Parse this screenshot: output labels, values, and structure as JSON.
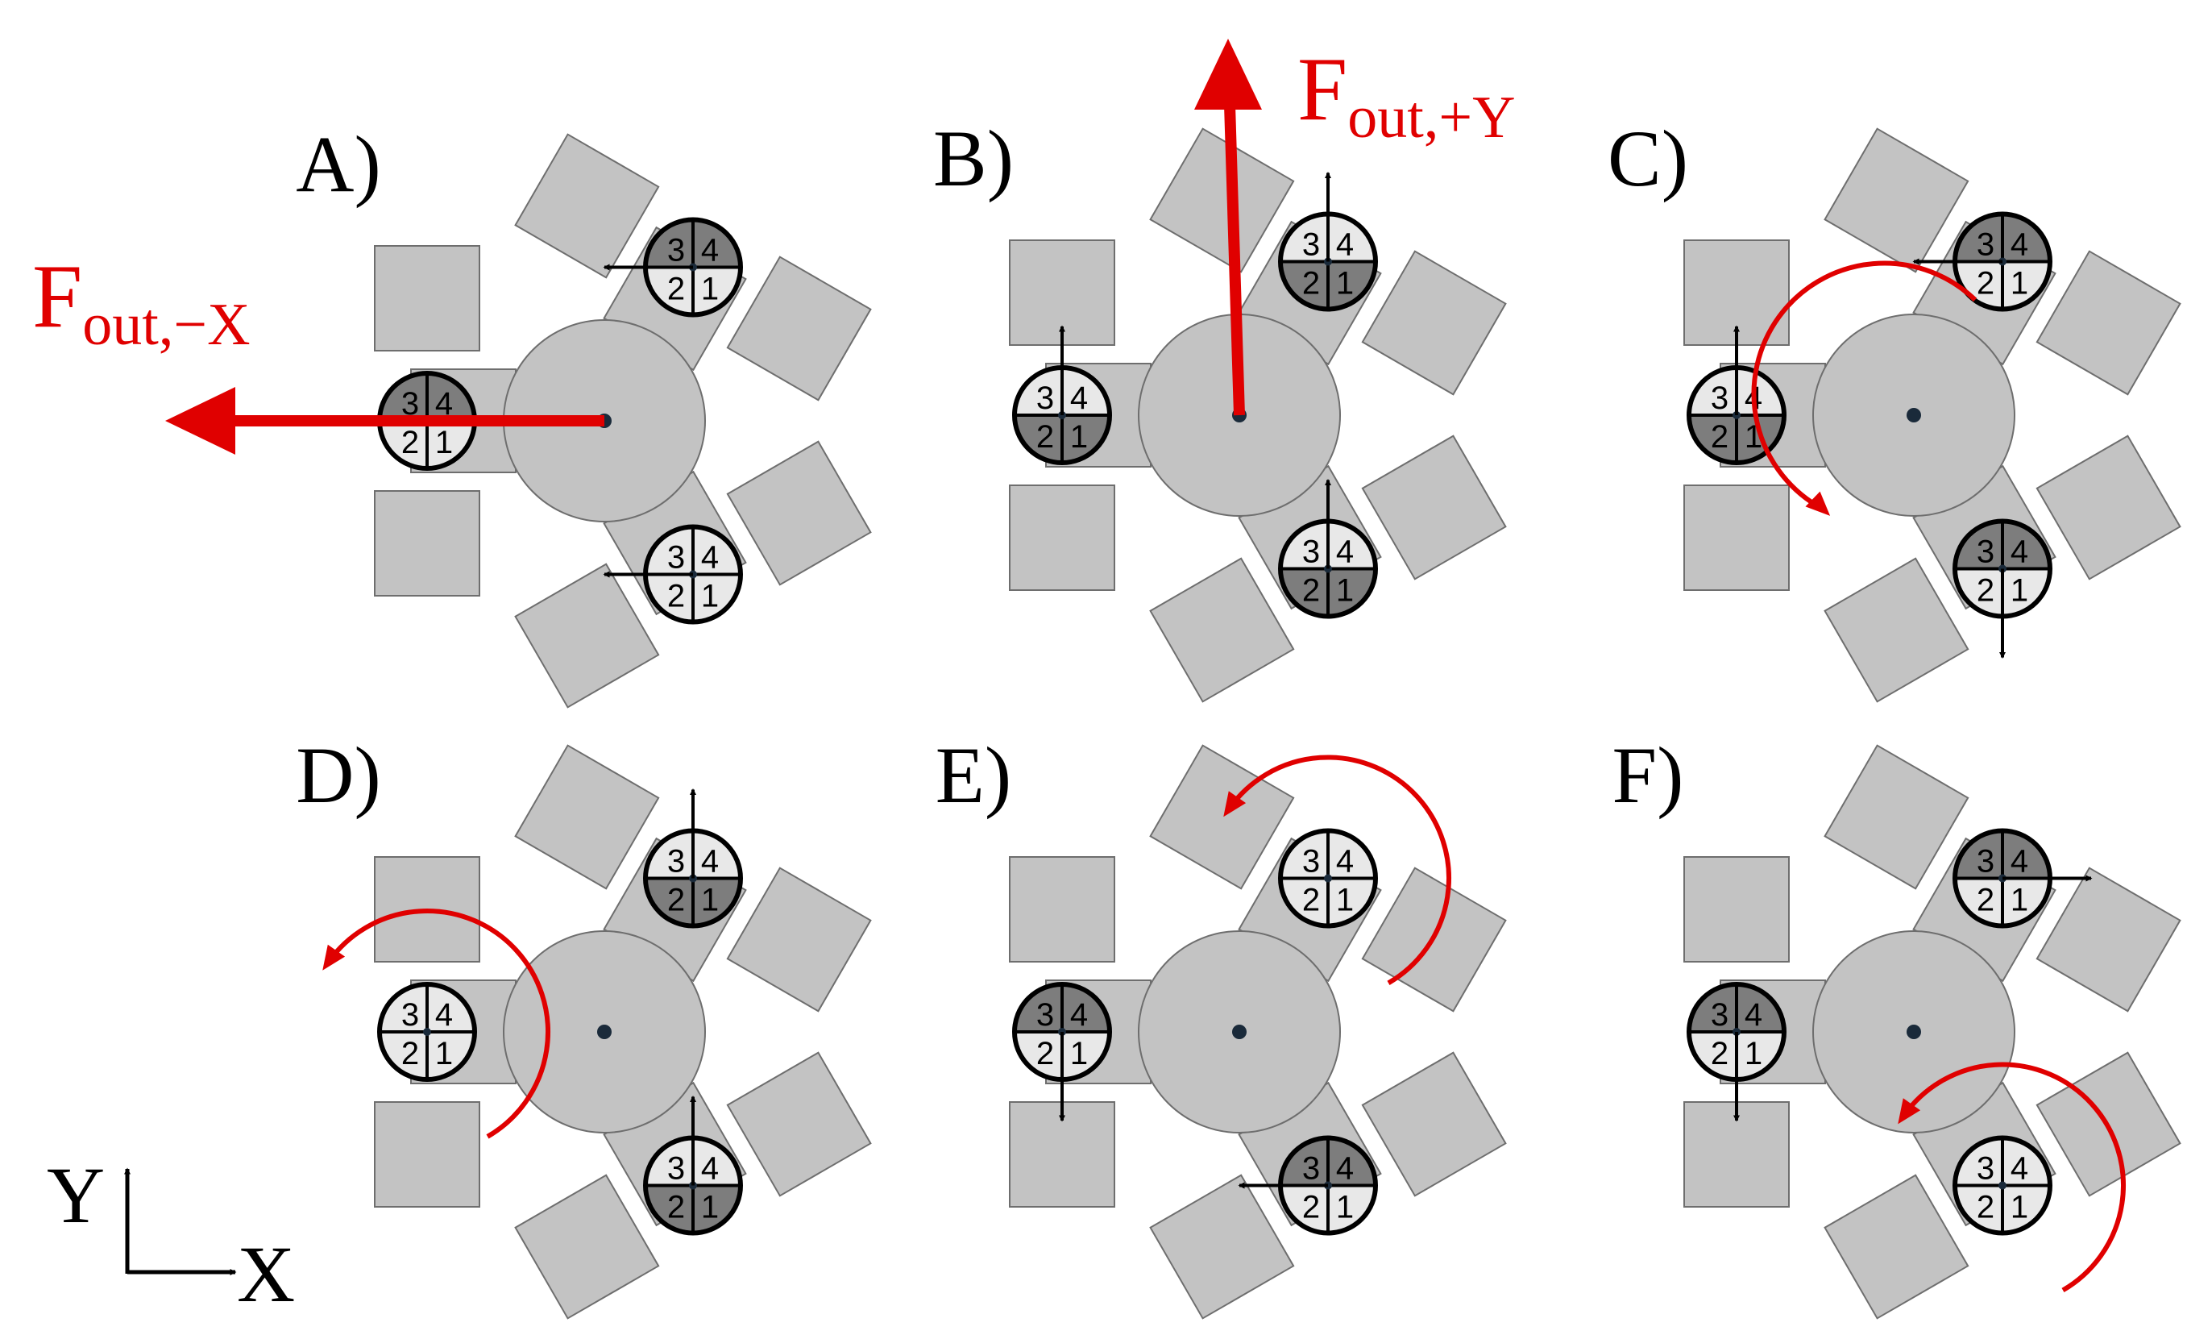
{
  "panels": [
    {
      "label": "A)",
      "modules": [
        {
          "quadrants": [
            "#e8e8e8",
            "#e8e8e8",
            "#7d7d7d",
            "#7d7d7d"
          ],
          "arrow": "left",
          "mode": "normal"
        },
        {
          "quadrants": [
            "#e8e8e8",
            "#e8e8e8",
            "#e8e8e8",
            "#e8e8e8"
          ],
          "arrow": "left",
          "mode": "normal"
        },
        {
          "quadrants": [
            "#e8e8e8",
            "#e8e8e8",
            "#7d7d7d",
            "#7d7d7d"
          ],
          "arrow": "left",
          "mode": "normal"
        }
      ],
      "force": {
        "label_main": "F",
        "label_sub": "out,−X",
        "direction": "left"
      }
    },
    {
      "label": "B)",
      "modules": [
        {
          "quadrants": [
            "#7d7d7d",
            "#7d7d7d",
            "#e8e8e8",
            "#e8e8e8"
          ],
          "arrow": "up",
          "mode": "normal"
        },
        {
          "quadrants": [
            "#7d7d7d",
            "#7d7d7d",
            "#e8e8e8",
            "#e8e8e8"
          ],
          "arrow": "up",
          "mode": "normal"
        },
        {
          "quadrants": [
            "#7d7d7d",
            "#7d7d7d",
            "#e8e8e8",
            "#e8e8e8"
          ],
          "arrow": "up",
          "mode": "normal"
        }
      ],
      "force": {
        "label_main": "F",
        "label_sub": "out,+Y",
        "direction": "up"
      }
    },
    {
      "label": "C)",
      "modules": [
        {
          "quadrants": [
            "#7d7d7d",
            "#7d7d7d",
            "#e8e8e8",
            "#e8e8e8"
          ],
          "arrow": "up",
          "mode": "normal"
        },
        {
          "quadrants": [
            "#e8e8e8",
            "#e8e8e8",
            "#7d7d7d",
            "#7d7d7d"
          ],
          "arrow": "down",
          "mode": "normal"
        },
        {
          "quadrants": [
            "#e8e8e8",
            "#e8e8e8",
            "#7d7d7d",
            "#7d7d7d"
          ],
          "arrow": "left",
          "mode": "normal"
        }
      ],
      "rotation": {
        "target": "hub",
        "direction": "ccw"
      }
    },
    {
      "label": "D)",
      "modules": [
        {
          "quadrants": [
            "#e8e8e8",
            "#e8e8e8",
            "#e8e8e8",
            "#e8e8e8"
          ],
          "arrow": "none",
          "mode": "rotate"
        },
        {
          "quadrants": [
            "#7d7d7d",
            "#7d7d7d",
            "#e8e8e8",
            "#e8e8e8"
          ],
          "arrow": "up",
          "mode": "normal"
        },
        {
          "quadrants": [
            "#7d7d7d",
            "#7d7d7d",
            "#e8e8e8",
            "#e8e8e8"
          ],
          "arrow": "up",
          "mode": "normal"
        }
      ],
      "rotation": {
        "target": "module-0",
        "direction": "ccw"
      }
    },
    {
      "label": "E)",
      "modules": [
        {
          "quadrants": [
            "#e8e8e8",
            "#e8e8e8",
            "#7d7d7d",
            "#7d7d7d"
          ],
          "arrow": "down",
          "mode": "normal"
        },
        {
          "quadrants": [
            "#e8e8e8",
            "#e8e8e8",
            "#7d7d7d",
            "#7d7d7d"
          ],
          "arrow": "left",
          "mode": "normal"
        },
        {
          "quadrants": [
            "#e8e8e8",
            "#e8e8e8",
            "#e8e8e8",
            "#e8e8e8"
          ],
          "arrow": "none",
          "mode": "rotate"
        }
      ],
      "rotation": {
        "target": "module-2",
        "direction": "ccw"
      }
    },
    {
      "label": "F)",
      "modules": [
        {
          "quadrants": [
            "#e8e8e8",
            "#e8e8e8",
            "#7d7d7d",
            "#7d7d7d"
          ],
          "arrow": "down",
          "mode": "normal"
        },
        {
          "quadrants": [
            "#e8e8e8",
            "#e8e8e8",
            "#e8e8e8",
            "#e8e8e8"
          ],
          "arrow": "none",
          "mode": "rotate"
        },
        {
          "quadrants": [
            "#e8e8e8",
            "#e8e8e8",
            "#7d7d7d",
            "#7d7d7d"
          ],
          "arrow": "right",
          "mode": "normal"
        }
      ],
      "rotation": {
        "target": "module-1",
        "direction": "ccw"
      }
    }
  ],
  "quadrant_numbers": [
    "1",
    "2",
    "3",
    "4"
  ],
  "axes": {
    "y_label": "Y",
    "x_label": "X"
  },
  "colors": {
    "body_fill": "#c3c3c3",
    "body_stroke": "#6e6e6e",
    "light_quadrant": "#e8e8e8",
    "dark_quadrant": "#7d7d7d",
    "force_red": "#e00000",
    "arrow_black": "#000000",
    "center_dot": "#1a2a3a"
  }
}
